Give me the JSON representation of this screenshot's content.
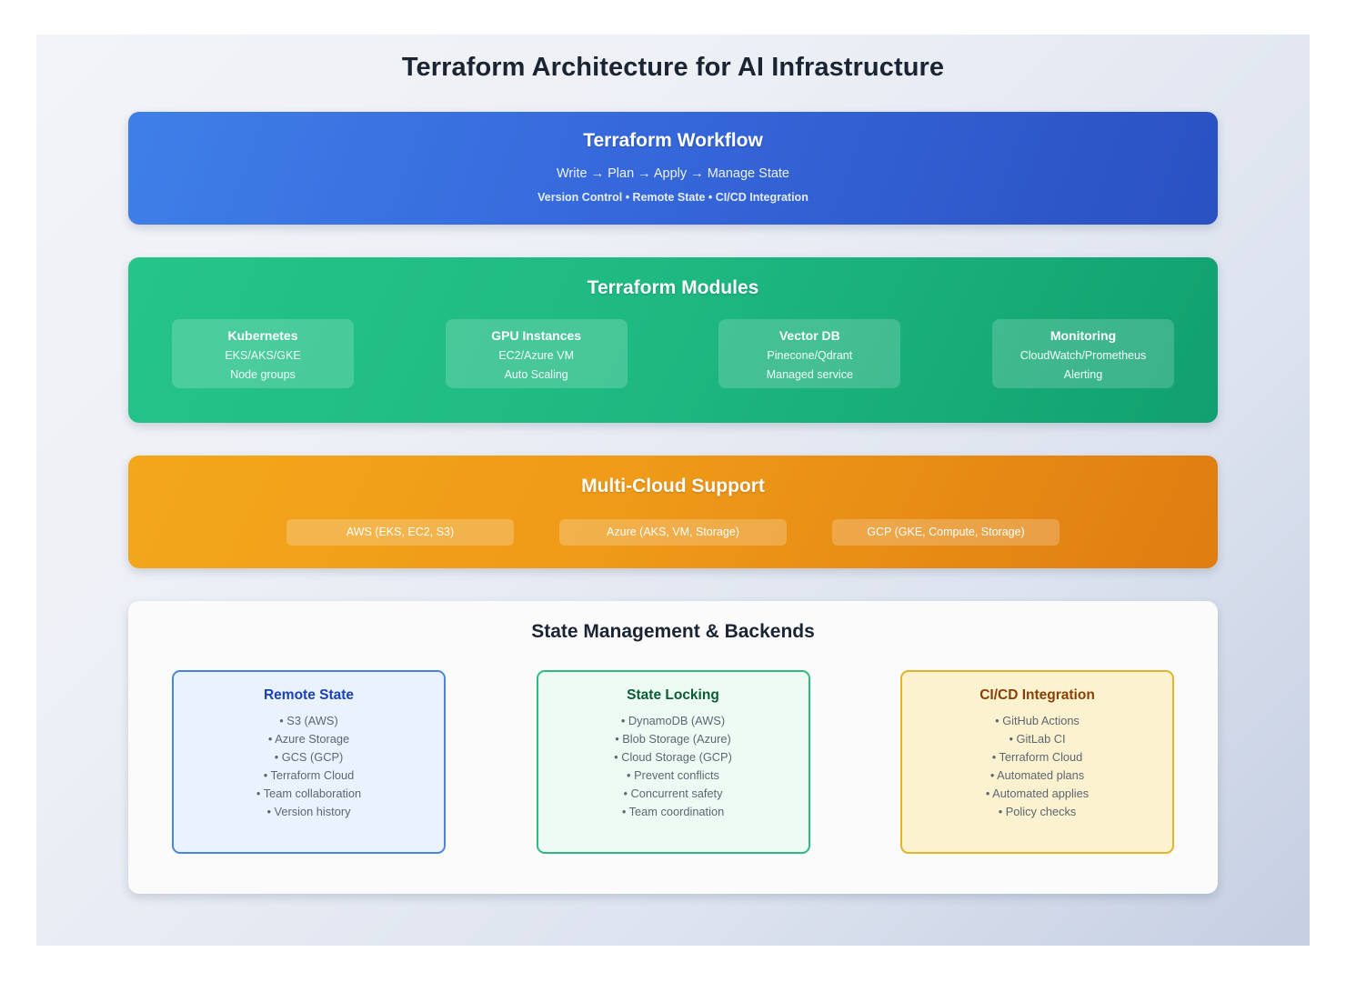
{
  "page": {
    "title": "Terraform Architecture for AI Infrastructure"
  },
  "workflow": {
    "title": "Terraform Workflow",
    "flow": "Write → Plan → Apply → Manage State",
    "features": "Version Control • Remote State • CI/CD Integration",
    "color": "#3668dc"
  },
  "modules": {
    "title": "Terraform Modules",
    "color": "#1fba82",
    "cards": [
      {
        "title": "Kubernetes",
        "sub1": "EKS/AKS/GKE",
        "sub2": "Node groups"
      },
      {
        "title": "GPU Instances",
        "sub1": "EC2/Azure VM",
        "sub2": "Auto Scaling"
      },
      {
        "title": "Vector DB",
        "sub1": "Pinecone/Qdrant",
        "sub2": "Managed service"
      },
      {
        "title": "Monitoring",
        "sub1": "CloudWatch/Prometheus",
        "sub2": "Alerting"
      }
    ]
  },
  "multicloud": {
    "title": "Multi-Cloud Support",
    "color": "#ef9a18",
    "pills": [
      {
        "label": "AWS (EKS, EC2, S3)"
      },
      {
        "label": "Azure (AKS, VM, Storage)"
      },
      {
        "label": "GCP (GKE, Compute, Storage)"
      }
    ]
  },
  "statemgmt": {
    "title": "State Management & Backends",
    "cards": [
      {
        "title": "Remote State",
        "accent": "#4a86d8",
        "items": [
          "• S3 (AWS)",
          "• Azure Storage",
          "• GCS (GCP)",
          "• Terraform Cloud",
          "• Team collaboration",
          "• Version history"
        ]
      },
      {
        "title": "State Locking",
        "accent": "#2fba80",
        "items": [
          "• DynamoDB (AWS)",
          "• Blob Storage (Azure)",
          "• Cloud Storage (GCP)",
          "• Prevent conflicts",
          "• Concurrent safety",
          "• Team coordination"
        ]
      },
      {
        "title": "CI/CD Integration",
        "accent": "#e5b327",
        "items": [
          "• GitHub Actions",
          "• GitLab CI",
          "• Terraform Cloud",
          "• Automated plans",
          "• Automated applies",
          "• Policy checks"
        ]
      }
    ]
  }
}
